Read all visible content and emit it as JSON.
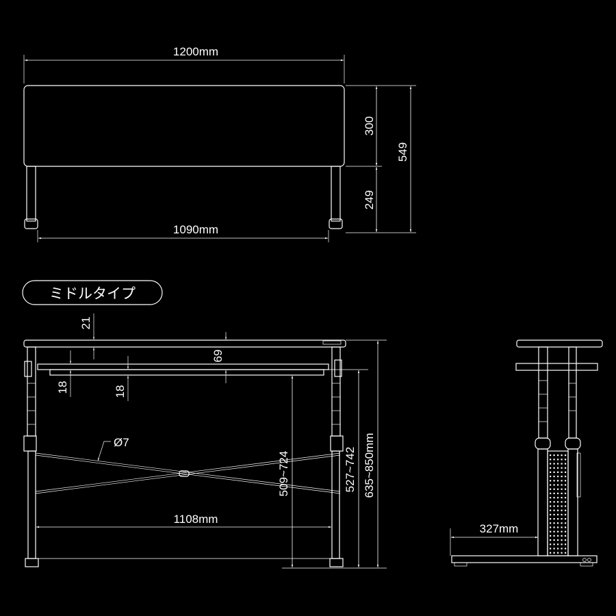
{
  "top_view": {
    "width_label": "1200mm",
    "inner_width_label": "1090mm",
    "depth_top_label": "300",
    "depth_bottom_label": "249",
    "total_depth_label": "549"
  },
  "type_label": "ミドルタイプ",
  "front_view": {
    "top_thickness_label": "21",
    "bracket_offset_label": "69",
    "bar_height_label_1": "18",
    "bar_height_label_2": "18",
    "brace_diameter_label": "Ø7",
    "inner_leg_width_label": "1108mm",
    "panel_height_label": "509~724",
    "bracket_height_label": "527~742",
    "total_height_label": "635~850mm"
  },
  "side_view": {
    "base_offset_label": "327mm"
  },
  "colors": {
    "background": "#000000",
    "line": "#ffffff"
  }
}
